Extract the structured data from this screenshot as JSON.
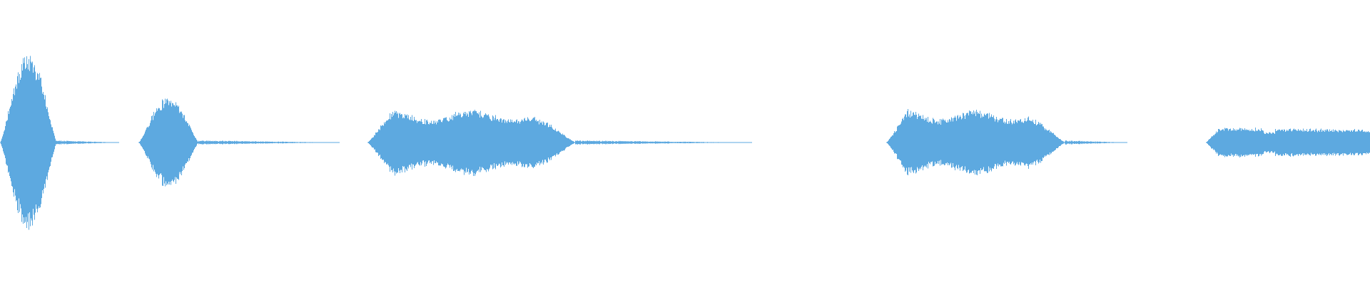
{
  "waveform": {
    "color": "#5DA9E0",
    "background": "#ffffff",
    "duration_fraction_visible": 1.0,
    "segments": [
      {
        "id": "segment-1",
        "start": 0.0,
        "end": 0.041,
        "peak": 0.64,
        "shape": "spindle"
      },
      {
        "id": "segment-2",
        "start": 0.101,
        "end": 0.145,
        "peak": 0.33,
        "shape": "spindle"
      },
      {
        "id": "segment-3",
        "start": 0.268,
        "end": 0.42,
        "peak": 0.24,
        "shape": "plateau"
      },
      {
        "id": "segment-4",
        "start": 0.647,
        "end": 0.777,
        "peak": 0.24,
        "shape": "plateau"
      },
      {
        "id": "segment-5",
        "start": 0.88,
        "end": 1.0,
        "peak": 0.11,
        "shape": "ramp"
      }
    ],
    "tails": [
      {
        "id": "tail-1",
        "start": 0.041,
        "end": 0.087
      },
      {
        "id": "tail-2",
        "start": 0.145,
        "end": 0.248
      },
      {
        "id": "tail-3",
        "start": 0.42,
        "end": 0.549
      },
      {
        "id": "tail-4",
        "start": 0.777,
        "end": 0.823
      }
    ]
  }
}
